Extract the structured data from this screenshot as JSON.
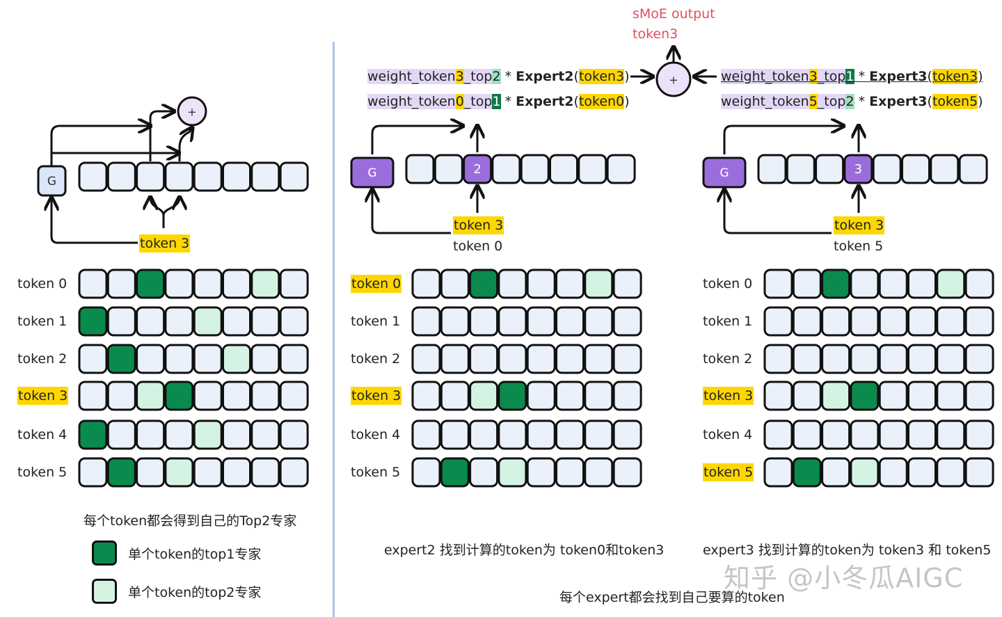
{
  "colors": {
    "cell_bg": "#eaf1fb",
    "top1": "#0b8a4e",
    "top2": "#d5f3e2",
    "expert_selected": "#9b6ddc",
    "gate_left": "#dbe6f8",
    "gate_right": "#9b6ddc",
    "plus_fill": "#ece3fa",
    "highlight": "#ffd700",
    "weight_bg": "#e2d8f6",
    "smoe_text": "#e0505a",
    "divider": "#a8c4e4"
  },
  "left_panel": {
    "gate_label": "G",
    "plus_label": "+",
    "input_token_label": "token 3",
    "token_rows": [
      {
        "label": "token 0",
        "highlighted": false,
        "top1": 2,
        "top2": 6
      },
      {
        "label": "token 1",
        "highlighted": false,
        "top1": 0,
        "top2": 4
      },
      {
        "label": "token 2",
        "highlighted": false,
        "top1": 1,
        "top2": 5
      },
      {
        "label": "token 3",
        "highlighted": true,
        "top1": 3,
        "top2": 2
      },
      {
        "label": "token 4",
        "highlighted": false,
        "top1": 0,
        "top2": 4
      },
      {
        "label": "token 5",
        "highlighted": false,
        "top1": 1,
        "top2": 3
      }
    ],
    "caption": "每个token都会得到自己的Top2专家",
    "legend": [
      {
        "type": "top1",
        "label": "单个token的top1专家"
      },
      {
        "type": "top2",
        "label": "单个token的top2专家"
      }
    ]
  },
  "middle_panel": {
    "gate_label": "G",
    "expert_label": "2",
    "input_token_labels": [
      "token 3",
      "token 0"
    ],
    "token_rows": [
      {
        "label": "token 0",
        "highlighted": true,
        "top1": 2,
        "top2": 6
      },
      {
        "label": "token 1",
        "highlighted": false,
        "top1": null,
        "top2": null
      },
      {
        "label": "token 2",
        "highlighted": false,
        "top1": null,
        "top2": null
      },
      {
        "label": "token 3",
        "highlighted": true,
        "top1": 3,
        "top2": 2
      },
      {
        "label": "token 4",
        "highlighted": false,
        "top1": null,
        "top2": null
      },
      {
        "label": "token 5",
        "highlighted": false,
        "top1": 1,
        "top2": 3
      }
    ],
    "caption": "expert2 找到计算的token为 token0和token3"
  },
  "right_panel": {
    "gate_label": "G",
    "expert_label": "3",
    "input_token_labels": [
      "token 3",
      "token 5"
    ],
    "token_rows": [
      {
        "label": "token 0",
        "highlighted": false,
        "top1": 2,
        "top2": 6
      },
      {
        "label": "token 1",
        "highlighted": false,
        "top1": null,
        "top2": null
      },
      {
        "label": "token 2",
        "highlighted": false,
        "top1": null,
        "top2": null
      },
      {
        "label": "token 3",
        "highlighted": true,
        "top1": 3,
        "top2": 2
      },
      {
        "label": "token 4",
        "highlighted": false,
        "top1": null,
        "top2": null
      },
      {
        "label": "token 5",
        "highlighted": true,
        "top1": 1,
        "top2": 3
      }
    ],
    "caption": "expert3 找到计算的token为 token3 和 token5"
  },
  "output": {
    "title_line1": "sMoE output",
    "title_line2": "token3",
    "plus_label": "+"
  },
  "formulas": {
    "left_1": {
      "w": "weight_token",
      "tok": "3",
      "mid": "_top",
      "rank": "2",
      "star": " * ",
      "expert": "Expert2",
      "arg": "token3"
    },
    "left_2": {
      "w": "weight_token",
      "tok": "0",
      "mid": "_top",
      "rank": "1",
      "star": " * ",
      "expert": "Expert2",
      "arg": "token0"
    },
    "right_1": {
      "w": "weight_token",
      "tok": "3",
      "mid": "_top",
      "rank": "1",
      "star": " * ",
      "expert": "Expert3",
      "arg": "token3"
    },
    "right_2": {
      "w": "weight_token",
      "tok": "5",
      "mid": "_top",
      "rank": "2",
      "star": " * ",
      "expert": "Expert3",
      "arg": "token5"
    }
  },
  "footer_caption": "每个expert都会找到自己要算的token",
  "watermark": "知乎 @小冬瓜AIGC"
}
